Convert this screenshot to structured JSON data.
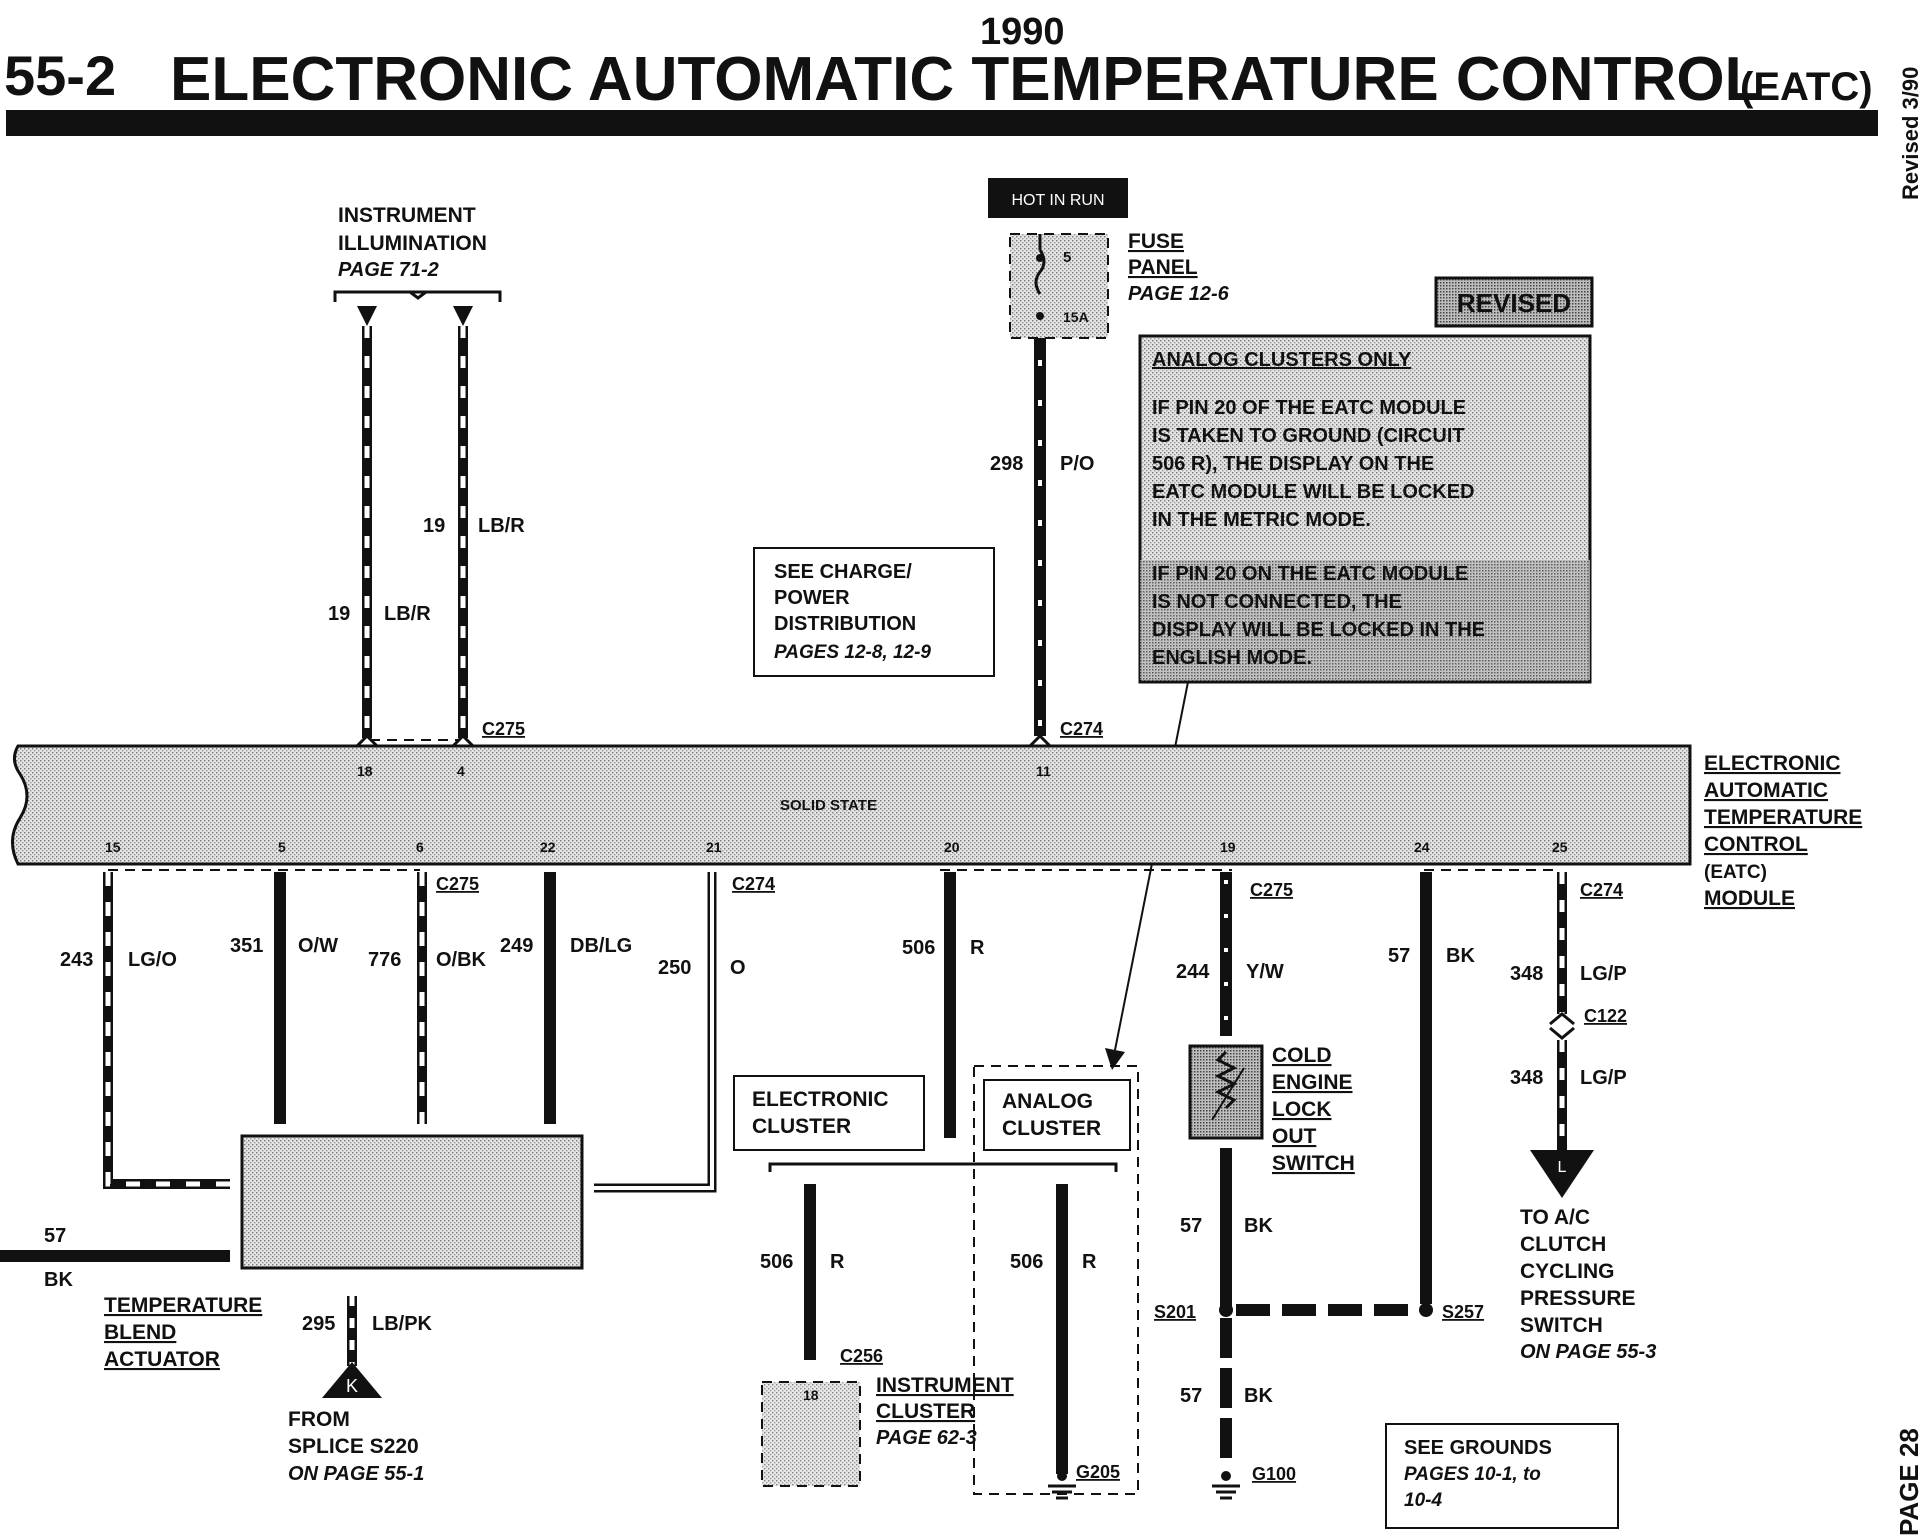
{
  "header": {
    "page_number": "55-2",
    "year": "1990",
    "title": "ELECTRONIC AUTOMATIC TEMPERATURE CONTROL",
    "title_suffix": "(EATC)",
    "revised_note": "Revised 3/90",
    "page_footer": "PAGE 28"
  },
  "top": {
    "hot_in_run": "HOT IN RUN",
    "fuse_number": "5",
    "fuse_rating": "15A",
    "fuse_panel_line1": "FUSE",
    "fuse_panel_line2": "PANEL",
    "fuse_panel_page": "PAGE 12-6",
    "illum_line1": "INSTRUMENT",
    "illum_line2": "ILLUMINATION",
    "illum_page": "PAGE 71-2",
    "revised_stamp": "REVISED"
  },
  "note": {
    "heading": "ANALOG CLUSTERS ONLY",
    "para1_lines": [
      "IF PIN 20 OF THE EATC MODULE",
      "IS TAKEN TO GROUND (CIRCUIT",
      "506 R), THE DISPLAY ON THE",
      "EATC MODULE WILL BE LOCKED",
      "IN THE METRIC MODE."
    ],
    "para2_lines": [
      "IF PIN 20 ON THE EATC MODULE",
      "IS NOT CONNECTED, THE",
      "DISPLAY WILL BE LOCKED IN THE",
      "ENGLISH MODE."
    ]
  },
  "charge_box": {
    "lines": [
      "SEE CHARGE/",
      "POWER",
      "DISTRIBUTION"
    ],
    "page": "PAGES 12-8, 12-9"
  },
  "module": {
    "solid_state": "SOLID STATE",
    "name_lines": [
      "ELECTRONIC",
      "AUTOMATIC",
      "TEMPERATURE",
      "CONTROL",
      "(EATC)",
      "MODULE"
    ],
    "top_pins": [
      "18",
      "4",
      "11"
    ],
    "bottom_pins": [
      "15",
      "5",
      "6",
      "22",
      "21",
      "20",
      "19",
      "24",
      "25"
    ]
  },
  "connectors": {
    "c275_top": "C275",
    "c274_top": "C274",
    "c275_a": "C275",
    "c274_a": "C274",
    "c275_b": "C275",
    "c274_b": "C274",
    "c122": "C122",
    "c256": "C256"
  },
  "wires": {
    "w19a_num": "19",
    "w19a_col": "LB/R",
    "w19b_num": "19",
    "w19b_col": "LB/R",
    "w298_num": "298",
    "w298_col": "P/O",
    "w243_num": "243",
    "w243_col": "LG/O",
    "w351_num": "351",
    "w351_col": "O/W",
    "w776_num": "776",
    "w776_col": "O/BK",
    "w249_num": "249",
    "w249_col": "DB/LG",
    "w250_num": "250",
    "w250_col": "O",
    "w506_num": "506",
    "w506_col": "R",
    "w244_num": "244",
    "w244_col": "Y/W",
    "w57a_num": "57",
    "w57a_col": "BK",
    "w348a_num": "348",
    "w348a_col": "LG/P",
    "w348b_num": "348",
    "w348b_col": "LG/P",
    "w506b_num": "506",
    "w506b_col": "R",
    "w506c_num": "506",
    "w506c_col": "R",
    "w57b_num": "57",
    "w57b_col": "BK",
    "w57c_num": "57",
    "w57c_col": "BK",
    "w57d_num": "57",
    "w57d_col": "BK",
    "w295_num": "295",
    "w295_col": "LB/PK"
  },
  "components": {
    "electronic_cluster": [
      "ELECTRONIC",
      "CLUSTER"
    ],
    "analog_cluster": [
      "ANALOG",
      "CLUSTER"
    ],
    "cold_engine": [
      "COLD",
      "ENGINE",
      "LOCK",
      "OUT",
      "SWITCH"
    ],
    "temp_blend": [
      "TEMPERATURE",
      "BLEND",
      "ACTUATOR"
    ],
    "instrument_cluster": [
      "INSTRUMENT",
      "CLUSTER"
    ],
    "instrument_cluster_page": "PAGE 62-3",
    "instrument_cluster_pin": "18",
    "splice_letter": "K",
    "splice_lines": [
      "FROM",
      "SPLICE S220"
    ],
    "splice_page": "ON PAGE 55-1",
    "ac_letter": "L",
    "ac_lines": [
      "TO A/C",
      "CLUTCH",
      "CYCLING",
      "PRESSURE",
      "SWITCH"
    ],
    "ac_page": "ON PAGE 55-3",
    "s201": "S201",
    "s257": "S257",
    "g205": "G205",
    "g100": "G100",
    "grounds_heading": "SEE GROUNDS",
    "grounds_pages": [
      "PAGES 10-1, to",
      "10-4"
    ]
  }
}
